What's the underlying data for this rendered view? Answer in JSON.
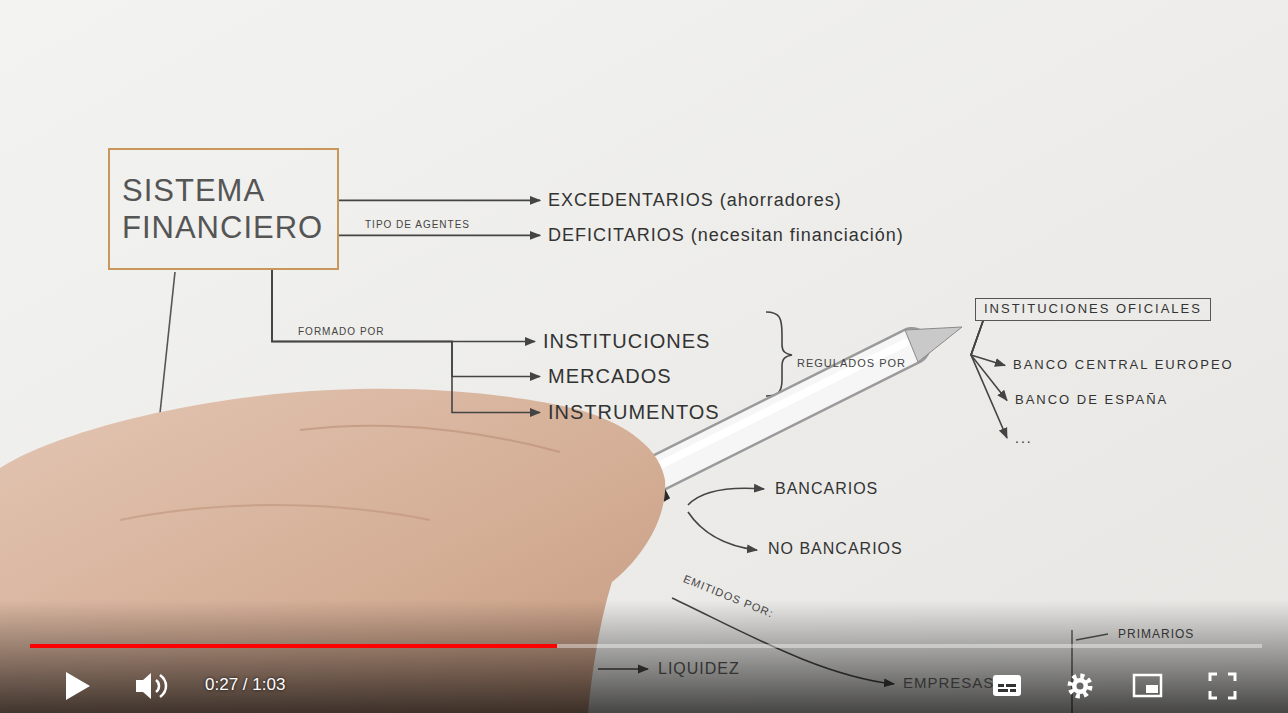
{
  "diagram": {
    "nodes": [
      {
        "text": [
          "SISTEMA FINANCIERO"
        ]
      },
      {
        "text": [
          "EXCEDENTARIOS (ahorradores)"
        ]
      },
      {
        "text": [
          "DEFICITARIOS (necesitan financiación)"
        ]
      },
      {
        "text": [
          "INSTITUCIONES"
        ]
      },
      {
        "text": [
          "MERCADOS"
        ]
      },
      {
        "text": [
          "INSTRUMENTOS"
        ]
      },
      {
        "text": [
          "INSTITUCIONES OFICIALES"
        ]
      },
      {
        "text": [
          "BANCO CENTRAL EUROPEO"
        ]
      },
      {
        "text": [
          "BANCO DE ESPAÑA"
        ]
      },
      {
        "text": [
          "..."
        ]
      },
      {
        "text": [
          "BANCARIOS"
        ]
      },
      {
        "text": [
          "NO BANCARIOS"
        ]
      },
      {
        "text": [
          "LIQUIDEZ"
        ]
      },
      {
        "text": [
          "EMPRESAS"
        ]
      },
      {
        "text": [
          "PRIMARIOS"
        ]
      }
    ],
    "edges": [
      {
        "from": 0,
        "to": 1,
        "arrow": "to"
      },
      {
        "from": 0,
        "to": 2,
        "arrow": "to",
        "label": "TIPO DE AGENTES"
      },
      {
        "from": 0,
        "to": 3,
        "arrow": "to",
        "label": "FORMADO POR"
      },
      {
        "from": 0,
        "to": 4,
        "arrow": "to"
      },
      {
        "from": 0,
        "to": 5,
        "arrow": "to"
      },
      {
        "from": 6,
        "to": 7,
        "arrow": "to"
      },
      {
        "from": 6,
        "to": 8,
        "arrow": "to"
      },
      {
        "from": 6,
        "to": 9,
        "arrow": "to"
      }
    ],
    "labels": [
      "REGULADOS POR",
      "EMITIDOS POR:",
      "0:27 / 1:03"
    ]
  }
}
